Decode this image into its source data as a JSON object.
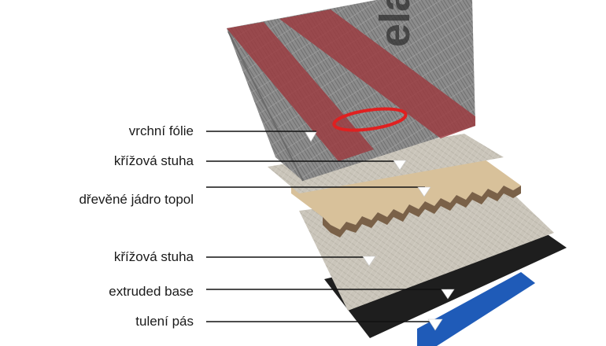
{
  "layers": [
    {
      "label": "vrchní fólie"
    },
    {
      "label": "křížová stuha"
    },
    {
      "label": "dřevěné jádro topol"
    },
    {
      "label": "křížová stuha"
    },
    {
      "label": "extruded base"
    },
    {
      "label": "tulení pás"
    }
  ],
  "topsheet_logo": "elan",
  "colors": {
    "topsheet_grey": "#8f8f8f",
    "topsheet_red": "#9c3b3f",
    "fiber": "#c9c4b8",
    "wood_core": "#d8c19a",
    "base": "#1e1e1e",
    "skin": "#1f5bb8",
    "leader_line": "#111111"
  }
}
